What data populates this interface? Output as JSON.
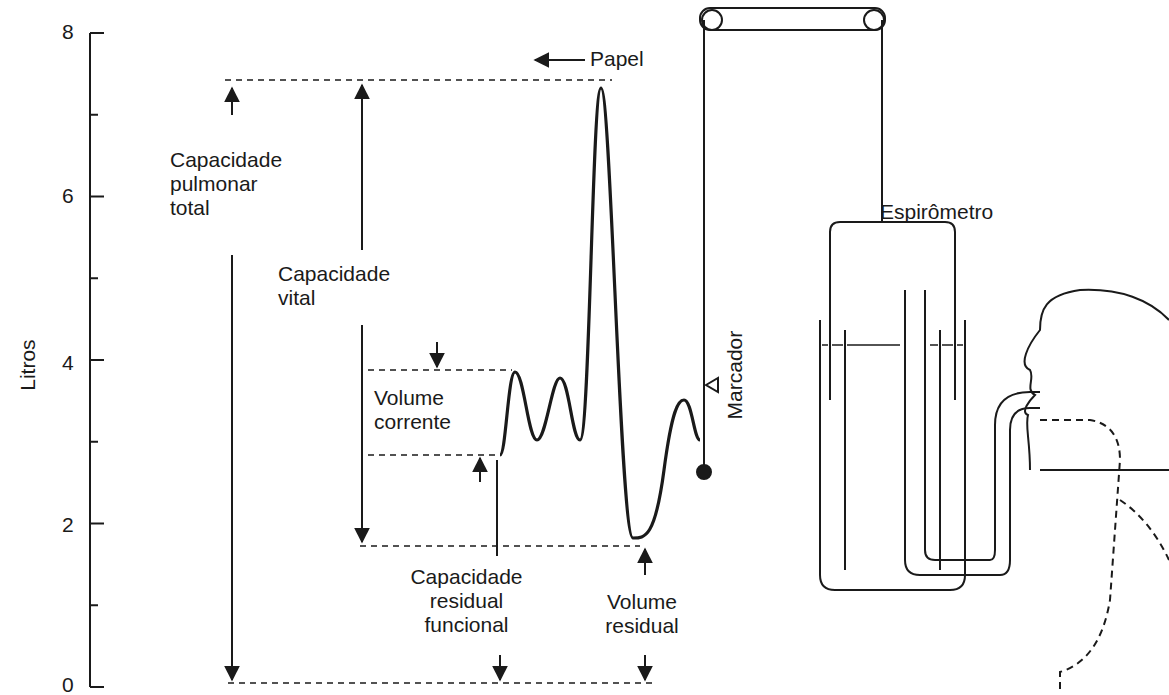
{
  "diagram": {
    "labels": [
      "8",
      "6",
      "4",
      "2",
      "0",
      "Litros",
      "Papel",
      "Capacidade pulmonar total",
      "Capacidade vital",
      "Volume corrente",
      "Capacidade residual funcional",
      "Volume residual",
      "Espirômetro",
      "Marcador"
    ]
  }
}
